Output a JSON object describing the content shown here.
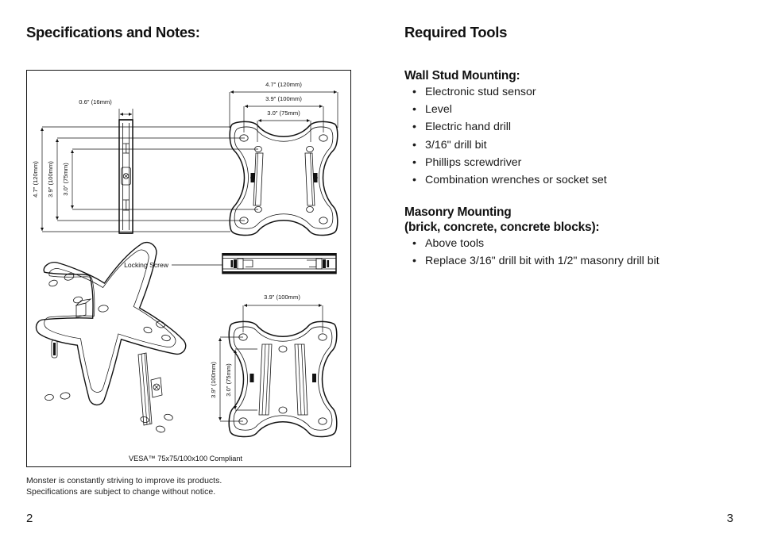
{
  "left_column": {
    "heading": "Specifications and Notes:",
    "diagram": {
      "side_view": {
        "width_label": "0.6\" (16mm)"
      },
      "top_bracket": {
        "horizontal_dims": [
          "4.7\" (120mm)",
          "3.9\" (100mm)",
          "3.0\" (75mm)"
        ],
        "vertical_dims": [
          "4.7\" (120mm)",
          "3.9\" (100mm)",
          "3.0\" (75mm)"
        ]
      },
      "profile_view": {
        "callout": "Locking Screw"
      },
      "bottom_bracket": {
        "horizontal_dims": [
          "3.9\" (100mm)"
        ],
        "vertical_dims": [
          "3.9\" (100mm)",
          "3.0\" (75mm)"
        ]
      },
      "compliance_note": "VESA™ 75x75/100x100 Compliant"
    },
    "footnote_line1": "Monster is constantly striving to improve its products.",
    "footnote_line2": "Specifications are subject to change without notice.",
    "page_number": "2"
  },
  "right_column": {
    "heading": "Required Tools",
    "sections": [
      {
        "title": "Wall Stud Mounting:",
        "subtitle": "",
        "bullet": "•",
        "items": [
          "Electronic stud sensor",
          "Level",
          "Electric hand drill",
          "3/16\" drill bit",
          "Phillips screwdriver",
          "Combination wrenches or socket set"
        ]
      },
      {
        "title": "Masonry Mounting",
        "subtitle": "(brick, concrete, concrete blocks):",
        "bullet": "•",
        "items": [
          "Above tools",
          "Replace 3/16\" drill bit with 1/2\" masonry drill bit"
        ]
      }
    ],
    "page_number": "3"
  },
  "colors": {
    "text": "#1a1a1a",
    "heading": "#111111",
    "rule": "#141414",
    "background": "#ffffff"
  }
}
